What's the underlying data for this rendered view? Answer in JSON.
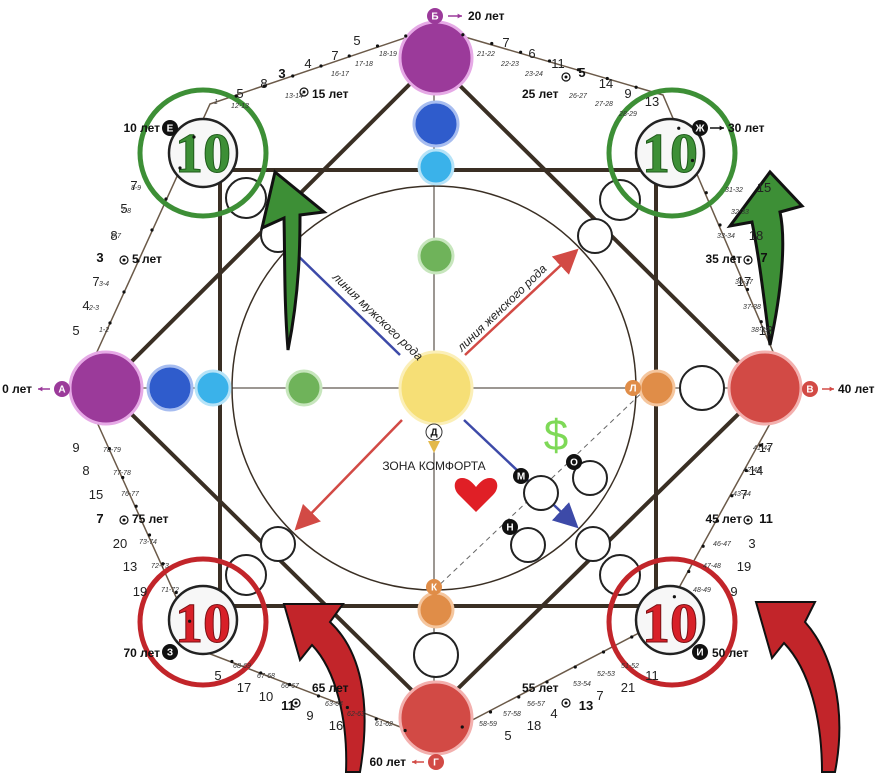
{
  "colors": {
    "violet": "#9b3a9a",
    "blue": "#2f5ccc",
    "lightblue": "#3ab2ea",
    "green": "#6fb35a",
    "yellow": "#f6df76",
    "red": "#d24a45",
    "orange": "#e08d48",
    "frame": "#3a2f24",
    "greenRing": "#3d8f36",
    "redRing": "#c2252a"
  },
  "ages": {
    "a": "0 лет",
    "b": "20 лет",
    "v": "40 лет",
    "g": "60 лет",
    "e": "10 лет",
    "zh": "30 лет",
    "i": "50 лет",
    "z": "70 лет",
    "y5": "5 лет",
    "y15": "15 лет",
    "y25": "25 лет",
    "y35": "35 лет",
    "y45": "45 лет",
    "y55": "55 лет",
    "y65": "65 лет",
    "y75": "75 лет"
  },
  "letters": {
    "a": "А",
    "b": "Б",
    "v": "В",
    "g": "Г",
    "e": "Е",
    "zh": "Ж",
    "z": "З",
    "i": "И",
    "d": "Д",
    "l": "Л",
    "k": "К",
    "m": "М",
    "n": "Н",
    "o": "О"
  },
  "big_numbers": {
    "top_left": "10",
    "top_right": "10",
    "bottom_left": "10",
    "bottom_right": "10"
  },
  "center_labels": {
    "male_line": "линия мужского рода",
    "female_line": "линия женского рода",
    "comfort_zone": "ЗОНА КОМФОРТА",
    "money_symbol": "$"
  },
  "numbers": {
    "top_left": [
      "7",
      "4",
      "5",
      "8",
      "3",
      "5"
    ],
    "top_right": [
      "7",
      "6",
      "11",
      "5",
      "14",
      "9",
      "13"
    ],
    "left_top": [
      "7",
      "5",
      "8",
      "3",
      "7",
      "4",
      "5"
    ],
    "right_top": [
      "15",
      "18",
      "7",
      "17",
      "13"
    ],
    "left_bottom": [
      "9",
      "8",
      "15",
      "7",
      "20",
      "13",
      "19"
    ],
    "right_bottom": [
      "17",
      "14",
      "7",
      "11",
      "3",
      "19",
      "9"
    ],
    "bottom_left": [
      "5",
      "17",
      "10",
      "11",
      "9",
      "16"
    ],
    "bottom_right": [
      "21",
      "11",
      "7",
      "13",
      "4",
      "18",
      "5"
    ]
  },
  "ranges": {
    "top_left": [
      "1",
      "12-13",
      "13-14",
      "16-17",
      "17-18",
      "18-19"
    ],
    "top_right": [
      "21-22",
      "22-23",
      "23-24",
      "26-27",
      "27-28",
      "28-29"
    ],
    "left_top": [
      "8-9",
      "7-8",
      "6-7",
      "3-4",
      "2-3",
      "1-2"
    ],
    "right_top": [
      "31-32",
      "32-33",
      "33-34",
      "36-37",
      "37-38",
      "38-39"
    ],
    "left_bottom": [
      "78-79",
      "77-78",
      "76-77",
      "73-74",
      "72-73",
      "71-72"
    ],
    "right_bottom": [
      "41-42",
      "42-43",
      "43-44",
      "46-47",
      "47-48",
      "48-49"
    ],
    "bottom_left": [
      "68-69",
      "67-68",
      "66-67",
      "63-64",
      "62-63",
      "61-62"
    ],
    "bottom_right": [
      "51-52",
      "52-53",
      "53-54",
      "56-57",
      "57-58",
      "58-59"
    ]
  }
}
